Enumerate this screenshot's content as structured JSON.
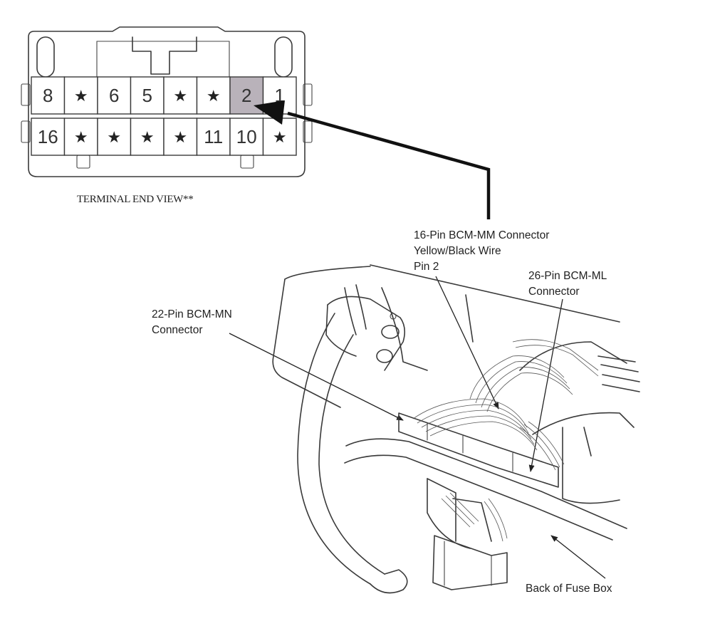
{
  "connector": {
    "caption": "TERMINAL END VIEW**",
    "highlight_color": "#b9b2ba",
    "top_row": [
      {
        "label": "8",
        "highlighted": false
      },
      {
        "label": "★",
        "highlighted": false
      },
      {
        "label": "6",
        "highlighted": false
      },
      {
        "label": "5",
        "highlighted": false
      },
      {
        "label": "★",
        "highlighted": false
      },
      {
        "label": "★",
        "highlighted": false
      },
      {
        "label": "2",
        "highlighted": true
      },
      {
        "label": "1",
        "highlighted": false
      }
    ],
    "bottom_row": [
      {
        "label": "16",
        "highlighted": false
      },
      {
        "label": "★",
        "highlighted": false
      },
      {
        "label": "★",
        "highlighted": false
      },
      {
        "label": "★",
        "highlighted": false
      },
      {
        "label": "★",
        "highlighted": false
      },
      {
        "label": "11",
        "highlighted": false
      },
      {
        "label": "10",
        "highlighted": false
      },
      {
        "label": "★",
        "highlighted": false
      }
    ]
  },
  "callouts": {
    "bcm_mm": {
      "line1": "16-Pin BCM-MM Connector",
      "line2": "Yellow/Black Wire",
      "line3": "Pin 2"
    },
    "bcm_ml": {
      "line1": "26-Pin BCM-ML",
      "line2": "Connector"
    },
    "bcm_mn": {
      "line1": "22-Pin BCM-MN",
      "line2": "Connector"
    },
    "fuse_box": {
      "line1": "Back of Fuse Box"
    }
  }
}
